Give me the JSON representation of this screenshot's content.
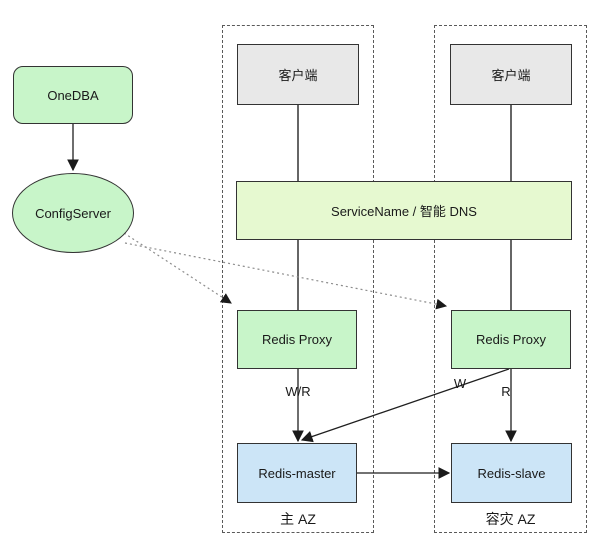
{
  "diagram": {
    "nodes": {
      "onedba": {
        "label": "OneDBA"
      },
      "configserver": {
        "label": "ConfigServer"
      },
      "client_primary": {
        "label": "客户端"
      },
      "client_dr": {
        "label": "客户端"
      },
      "dns": {
        "label": "ServiceName / 智能 DNS"
      },
      "proxy_primary": {
        "label": "Redis Proxy"
      },
      "proxy_dr": {
        "label": "Redis Proxy"
      },
      "redis_master": {
        "label": "Redis-master"
      },
      "redis_slave": {
        "label": "Redis-slave"
      }
    },
    "zones": {
      "primary": {
        "label": "主 AZ"
      },
      "dr": {
        "label": "容灾 AZ"
      }
    },
    "edge_labels": {
      "write_read": "W/R",
      "write": "W",
      "read": "R"
    },
    "colors": {
      "green_fill": "#c8f5c9",
      "dns_fill": "#e6f9d0",
      "blue_fill": "#cce5f7",
      "gray_fill": "#e8e8e8",
      "node_border": "#333333",
      "line_color": "#1f1f1f",
      "gray_line": "#666666",
      "dotted_line": "#8c8c8c",
      "dashed_border": "#595959",
      "text_color": "#1a1a1a"
    }
  }
}
